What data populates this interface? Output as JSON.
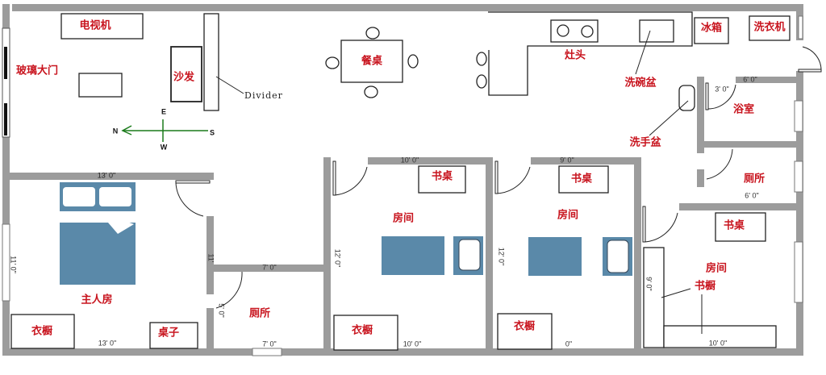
{
  "living": {
    "tv": "电视机",
    "glass_door": "玻璃大门",
    "sofa": "沙发",
    "divider": "Divider",
    "dining_table": "餐桌"
  },
  "kitchen": {
    "stove": "灶头",
    "sink": "洗碗盆",
    "fridge": "冰箱",
    "washer": "洗衣机",
    "hand_basin": "洗手盆"
  },
  "bath": {
    "bathroom": "浴室",
    "toilet": "厕所",
    "dim_top": "6' 0\"",
    "dim_bottom": "6' 0\"",
    "dim_door": "3' 0\""
  },
  "compass": {
    "n": "N",
    "s": "S",
    "e": "E",
    "w": "W",
    "color": "#1a7a1a"
  },
  "master": {
    "name": "主人房",
    "wardrobe": "衣橱",
    "desk": "桌子",
    "dim_top": "13' 0\"",
    "dim_bottom": "13' 0\"",
    "dim_side": "11' 0\"",
    "dim_door": "11'"
  },
  "toilet2": {
    "name": "厕所",
    "dim_top": "7' 0\"",
    "dim_bottom": "7' 0\"",
    "dim_side": "5' 0\""
  },
  "room2": {
    "name": "房间",
    "desk": "书桌",
    "wardrobe": "衣橱",
    "dim_top": "10' 0\"",
    "dim_side": "12' 0\"",
    "dim_bottom": "10' 0\""
  },
  "room3": {
    "name": "房间",
    "desk": "书桌",
    "wardrobe": "衣橱",
    "dim_top": "9' 0\"",
    "dim_side": "12' 0\"",
    "dim_bottom": "0\""
  },
  "room4": {
    "name": "房间",
    "desk": "书桌",
    "bookcase": "书橱",
    "dim_side": "9' 0\"",
    "dim_bottom": "10' 0\""
  },
  "colors": {
    "label": "#c8141e",
    "wall": "#9c9c9c",
    "bed": "#5a89a9"
  }
}
